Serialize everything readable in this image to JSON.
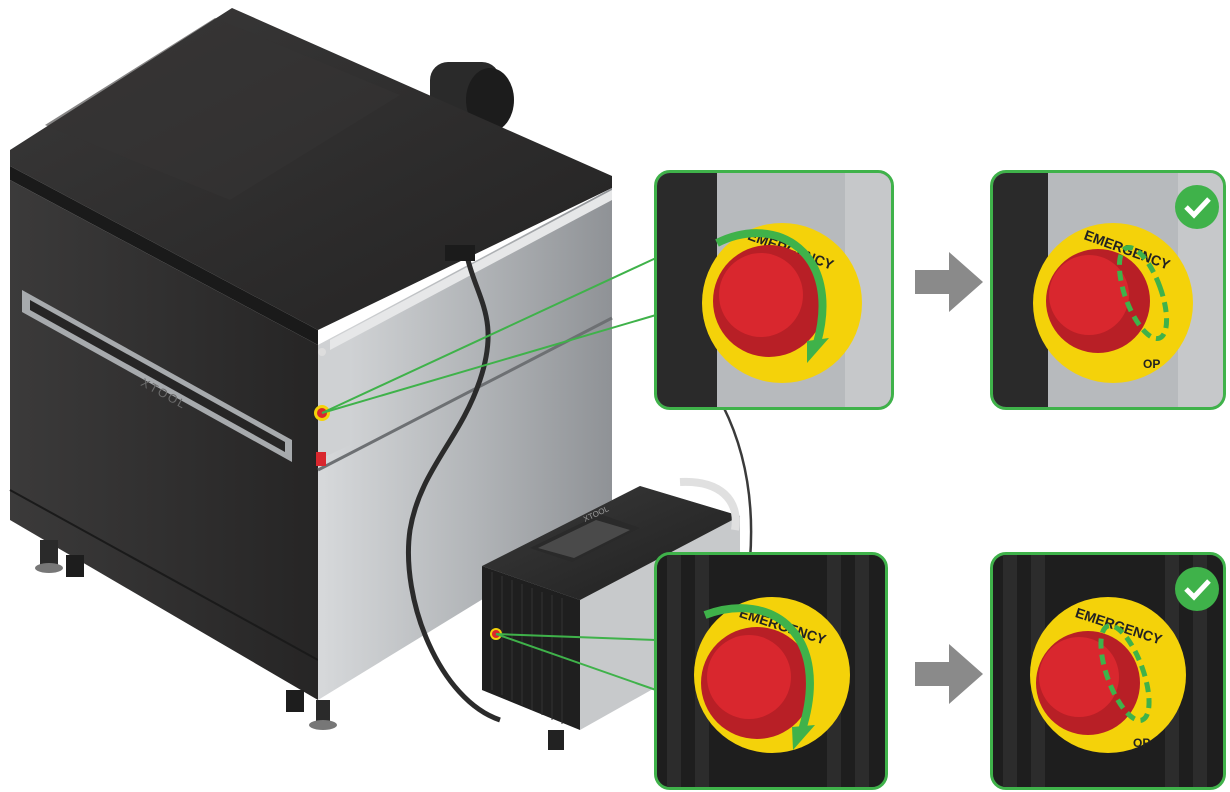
{
  "main_unit": {
    "brand_text": "XTOOL",
    "body_color": "#2f2e2e",
    "side_color": "#b9bcbf"
  },
  "chiller_unit": {
    "brand_text": "XTOOL"
  },
  "steps": [
    {
      "id": "main-before",
      "label_text": "EMERGENCY",
      "state": "pressed",
      "action": "rotate-clockwise"
    },
    {
      "id": "main-after",
      "label_text": "EMERGENCY",
      "label_text_bottom": "OP",
      "state": "released",
      "checked": true
    },
    {
      "id": "chiller-before",
      "label_text": "EMERGENCY",
      "state": "pressed",
      "action": "rotate-clockwise"
    },
    {
      "id": "chiller-after",
      "label_text": "EMERGENCY",
      "label_text_bottom": "OP",
      "state": "released",
      "checked": true
    }
  ],
  "colors": {
    "accent_green": "#3fb24a",
    "button_red": "#d9272e",
    "label_yellow": "#f4d20a",
    "arrow_gray": "#8a8a8a"
  },
  "icons": [
    "check-icon",
    "rotate-arrow-icon",
    "next-arrow-icon"
  ]
}
